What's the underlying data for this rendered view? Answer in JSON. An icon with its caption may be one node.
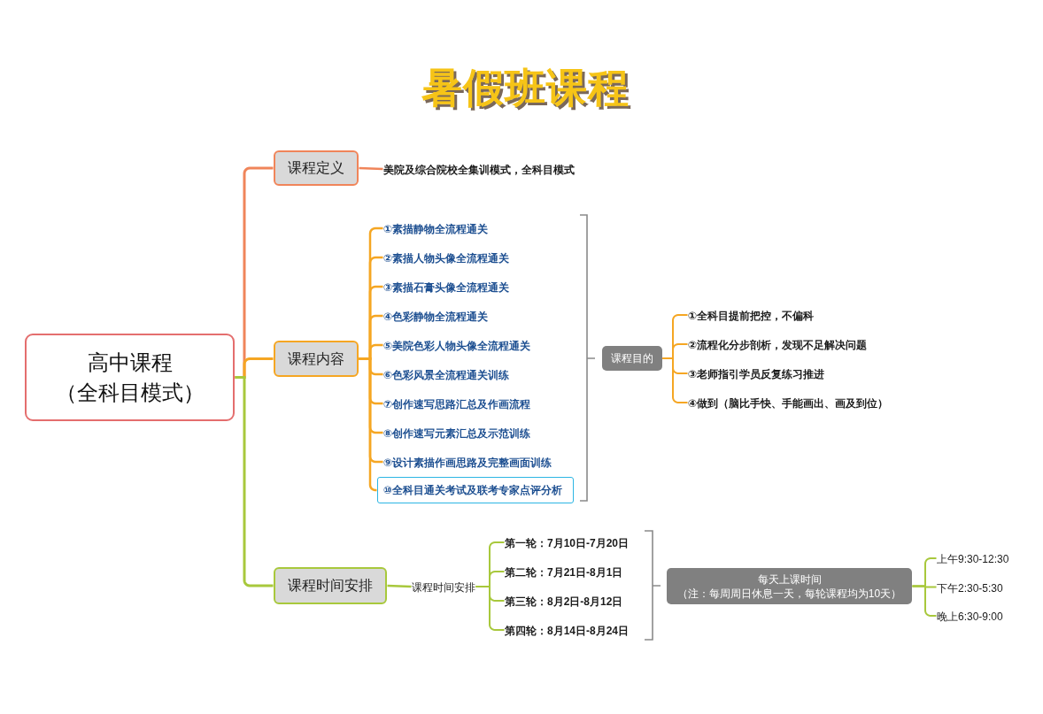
{
  "diagram": {
    "title": "暑假班课程",
    "nodes": [
      {
        "text": [
          "高中课程（全科目模式）"
        ]
      },
      {
        "text": [
          "课程定义"
        ]
      },
      {
        "text": [
          "美院及综合院校全集训模式，全科目模式"
        ]
      },
      {
        "text": [
          "课程内容"
        ]
      },
      {
        "text": [
          "①素描静物全流程通关"
        ]
      },
      {
        "text": [
          "②素描人物头像全流程通关"
        ]
      },
      {
        "text": [
          "③素描石膏头像全流程通关"
        ]
      },
      {
        "text": [
          "④色彩静物全流程通关"
        ]
      },
      {
        "text": [
          "⑤美院色彩人物头像全流程通关"
        ]
      },
      {
        "text": [
          "⑥色彩风景全流程通关训练"
        ]
      },
      {
        "text": [
          "⑦创作速写思路汇总及作画流程"
        ]
      },
      {
        "text": [
          "⑧创作速写元素汇总及示范训练"
        ]
      },
      {
        "text": [
          "⑨设计素描作画思路及完整画面训练"
        ]
      },
      {
        "text": [
          "⑩全科目通关考试及联考专家点评分析"
        ]
      },
      {
        "text": [
          "课程目的"
        ]
      },
      {
        "text": [
          "①全科目提前把控，不偏科"
        ]
      },
      {
        "text": [
          "②流程化分步剖析，发现不足解决问题"
        ]
      },
      {
        "text": [
          "③老师指引学员反复练习推进"
        ]
      },
      {
        "text": [
          "④做到（脑比手快、手能画出、画及到位）"
        ]
      },
      {
        "text": [
          "课程时间安排"
        ]
      },
      {
        "text": [
          "课程时间安排"
        ]
      },
      {
        "text": [
          "第一轮：7月10日-7月20日"
        ]
      },
      {
        "text": [
          "第二轮：7月21日-8月1日"
        ]
      },
      {
        "text": [
          "第三轮：8月2日-8月12日"
        ]
      },
      {
        "text": [
          "第四轮：8月14日-8月24日"
        ]
      },
      {
        "text": [
          "每天上课时间",
          "（注：每周周日休息一天，每轮课程均为10天）"
        ]
      },
      {
        "text": [
          "上午9:30-12:30"
        ]
      },
      {
        "text": [
          "下午2:30-5:30"
        ]
      },
      {
        "text": [
          "晚上6:30-9:00"
        ]
      }
    ],
    "edges": [
      {
        "from": 0,
        "to": 1,
        "arrow": "none",
        "color": "#f0855a"
      },
      {
        "from": 1,
        "to": 2,
        "arrow": "none",
        "color": "#f0855a"
      },
      {
        "from": 0,
        "to": 3,
        "arrow": "none"
      },
      {
        "from": 3,
        "to": 4,
        "arrow": "none"
      },
      {
        "from": 3,
        "to": 5,
        "arrow": "none"
      },
      {
        "from": 3,
        "to": 6,
        "arrow": "none"
      },
      {
        "from": 3,
        "to": 7,
        "arrow": "none"
      },
      {
        "from": 3,
        "to": 8,
        "arrow": "none"
      },
      {
        "from": 3,
        "to": 9,
        "arrow": "none"
      },
      {
        "from": 3,
        "to": 10,
        "arrow": "none"
      },
      {
        "from": 3,
        "to": 11,
        "arrow": "none"
      },
      {
        "from": 3,
        "to": 12,
        "arrow": "none"
      },
      {
        "from": 3,
        "to": 13,
        "arrow": "none"
      },
      {
        "from": 14,
        "to": 15,
        "arrow": "none"
      },
      {
        "from": 14,
        "to": 16,
        "arrow": "none"
      },
      {
        "from": 14,
        "to": 17,
        "arrow": "none"
      },
      {
        "from": 14,
        "to": 18,
        "arrow": "none"
      },
      {
        "from": 0,
        "to": 19,
        "arrow": "none",
        "color": "#a8c83c"
      },
      {
        "from": 19,
        "to": 20,
        "arrow": "none",
        "color": "#a8c83c"
      },
      {
        "from": 20,
        "to": 21,
        "arrow": "none",
        "color": "#a8c83c"
      },
      {
        "from": 20,
        "to": 22,
        "arrow": "none",
        "color": "#a8c83c"
      },
      {
        "from": 20,
        "to": 23,
        "arrow": "none",
        "color": "#a8c83c"
      },
      {
        "from": 20,
        "to": 24,
        "arrow": "none",
        "color": "#a8c83c"
      },
      {
        "from": 25,
        "to": 26,
        "arrow": "none",
        "color": "#a8c83c"
      },
      {
        "from": 25,
        "to": 27,
        "arrow": "none",
        "color": "#a8c83c"
      },
      {
        "from": 25,
        "to": 28,
        "arrow": "none",
        "color": "#a8c83c"
      }
    ]
  }
}
